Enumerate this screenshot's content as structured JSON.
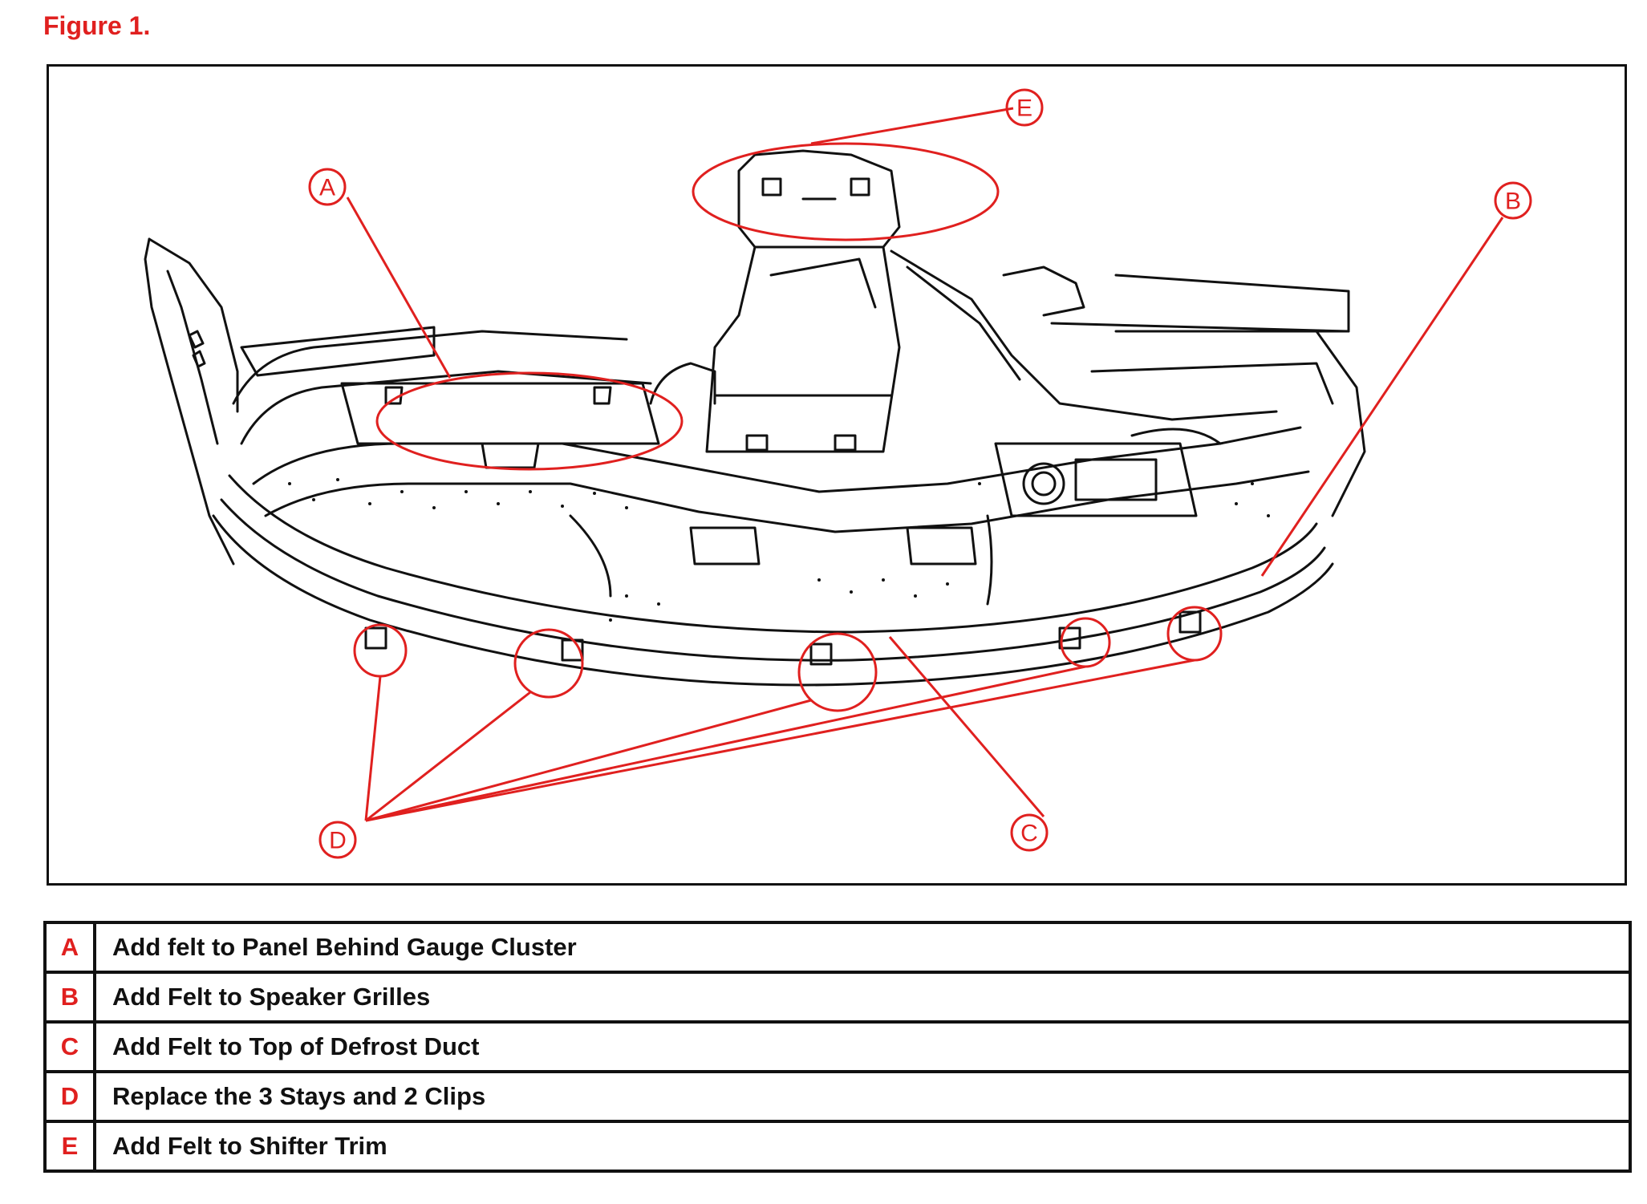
{
  "figure_title": "Figure 1.",
  "callouts": [
    "A",
    "B",
    "C",
    "D",
    "E"
  ],
  "legend": [
    {
      "key": "A",
      "text": "Add felt to Panel Behind Gauge Cluster"
    },
    {
      "key": "B",
      "text": "Add Felt to Speaker Grilles"
    },
    {
      "key": "C",
      "text": "Add Felt to Top of Defrost Duct"
    },
    {
      "key": "D",
      "text": "Replace the 3 Stays and 2 Clips"
    },
    {
      "key": "E",
      "text": "Add Felt to Shifter Trim"
    }
  ],
  "colors": {
    "accent": "#e0201f",
    "line": "#111111"
  }
}
